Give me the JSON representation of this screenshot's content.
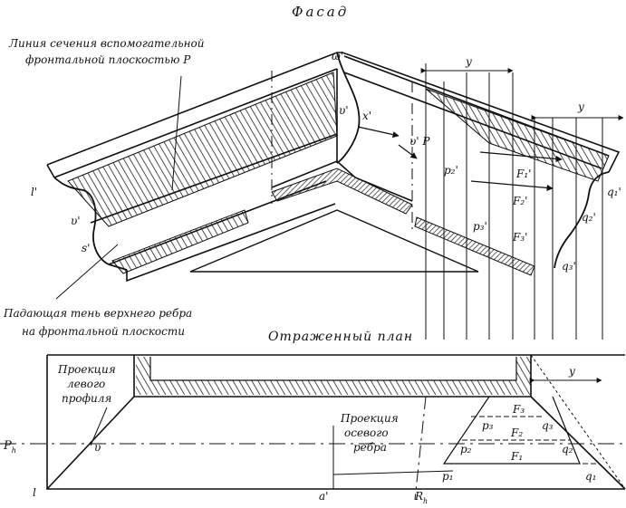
{
  "title": "Фасад",
  "plan_title": "Отраженный план",
  "callouts": {
    "section_line_1": "Линия сечения вспомогательной",
    "section_line_2": "фронтальной плоскостью P",
    "shadow_1": "Падающая тень верхнего ребра",
    "shadow_2": "на фронтальной плоскости",
    "left_profile_1": "Проекция",
    "left_profile_2": "левого",
    "left_profile_3": "профиля",
    "axis_edge_1": "Проекция",
    "axis_edge_2": "осевого",
    "axis_edge_3": "ребра"
  },
  "facade_labels": {
    "omega": "ω'",
    "v_prime": "υ'",
    "x_prime": "x'",
    "v_arrow": "υ' P",
    "l_prime": "l'",
    "v_left": "υ'",
    "s_prime": "s'",
    "p2": "p₂'",
    "p3": "p₃'",
    "f1": "F₁'",
    "f2": "F₂'",
    "f3": "F₃'",
    "q1": "q₁'",
    "q2": "q₂'",
    "q3": "q₃'",
    "y_top": "y",
    "y_right": "y"
  },
  "plan_labels": {
    "p_h": "P",
    "p_h_sub": "h",
    "v": "υ",
    "l": "l",
    "a": "a'",
    "r_h": "R",
    "r_h_sub": "h",
    "p1": "p₁",
    "p2": "p₂",
    "p3": "p₃",
    "f1": "F₁",
    "f2": "F₂",
    "f3": "F₃",
    "q1": "q₁",
    "q2": "q₂",
    "q3": "q₃",
    "y": "y"
  }
}
